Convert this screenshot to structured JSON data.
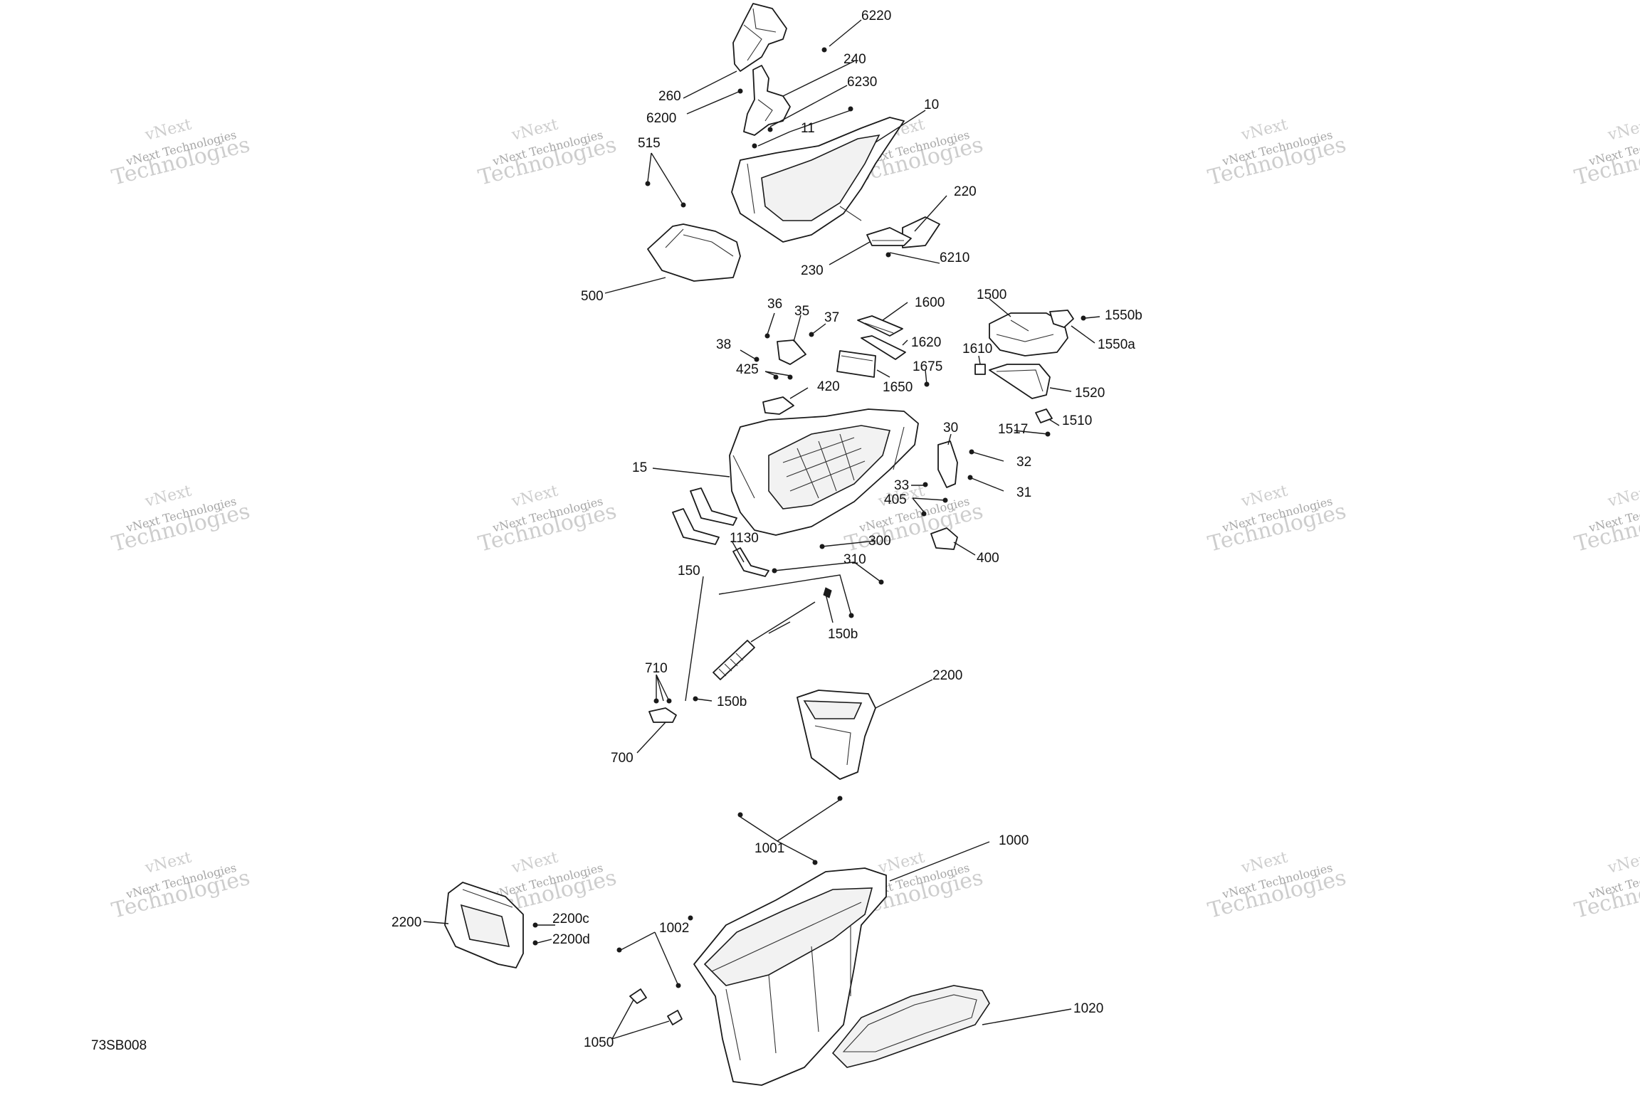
{
  "diagram_code": "73SB008",
  "watermark": {
    "brand_line": "vNext",
    "company_line": "vNext Technologies",
    "big_line": "Technologies"
  },
  "labels": {
    "p6220": "6220",
    "p240": "240",
    "p260": "260",
    "p6230": "6230",
    "p6200": "6200",
    "p10": "10",
    "p11": "11",
    "p515": "515",
    "p220": "220",
    "p230": "230",
    "p6210": "6210",
    "p500": "500",
    "p36": "36",
    "p35": "35",
    "p37": "37",
    "p38": "38",
    "p1600": "1600",
    "p1620": "1620",
    "p1500": "1500",
    "p1550b": "1550b",
    "p1550a": "1550a",
    "p1610": "1610",
    "p425": "425",
    "p1675": "1675",
    "p1650": "1650",
    "p420": "420",
    "p1520": "1520",
    "p1517": "1517",
    "p1510": "1510",
    "p30": "30",
    "p32": "32",
    "p15": "15",
    "p33": "33",
    "p31": "31",
    "p405": "405",
    "p300": "300",
    "p400": "400",
    "p1130": "1130",
    "p310": "310",
    "p150": "150",
    "p150b_a": "150b",
    "p710": "710",
    "p150b_b": "150b",
    "p2200_a": "2200",
    "p700": "700",
    "p1001": "1001",
    "p1000": "1000",
    "p2200_b": "2200",
    "p2200c": "2200c",
    "p2200d": "2200d",
    "p1002": "1002",
    "p1020": "1020",
    "p1050": "1050"
  }
}
